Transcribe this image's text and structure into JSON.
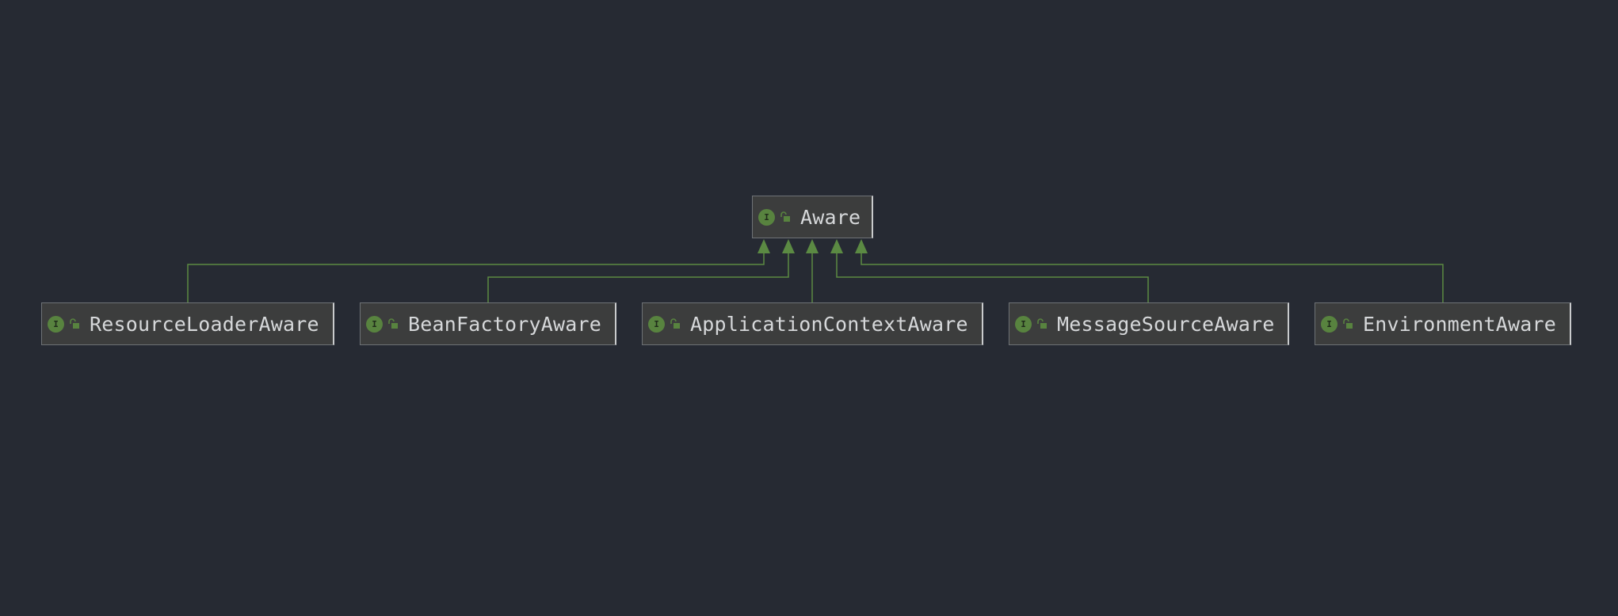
{
  "diagram": {
    "root": {
      "name": "Aware",
      "kind_badge": "I"
    },
    "children": [
      {
        "name": "ResourceLoaderAware",
        "kind_badge": "I"
      },
      {
        "name": "BeanFactoryAware",
        "kind_badge": "I"
      },
      {
        "name": "ApplicationContextAware",
        "kind_badge": "I"
      },
      {
        "name": "MessageSourceAware",
        "kind_badge": "I"
      },
      {
        "name": "EnvironmentAware",
        "kind_badge": "I"
      }
    ],
    "relationship": "extends",
    "icons": {
      "kind": "interface-icon",
      "visibility": "public-lock-icon"
    },
    "colors": {
      "background": "#262a33",
      "node_fill": "#3c3d3d",
      "edge": "#5b8a43",
      "badge": "#58833f",
      "text": "#d6d8da"
    }
  }
}
